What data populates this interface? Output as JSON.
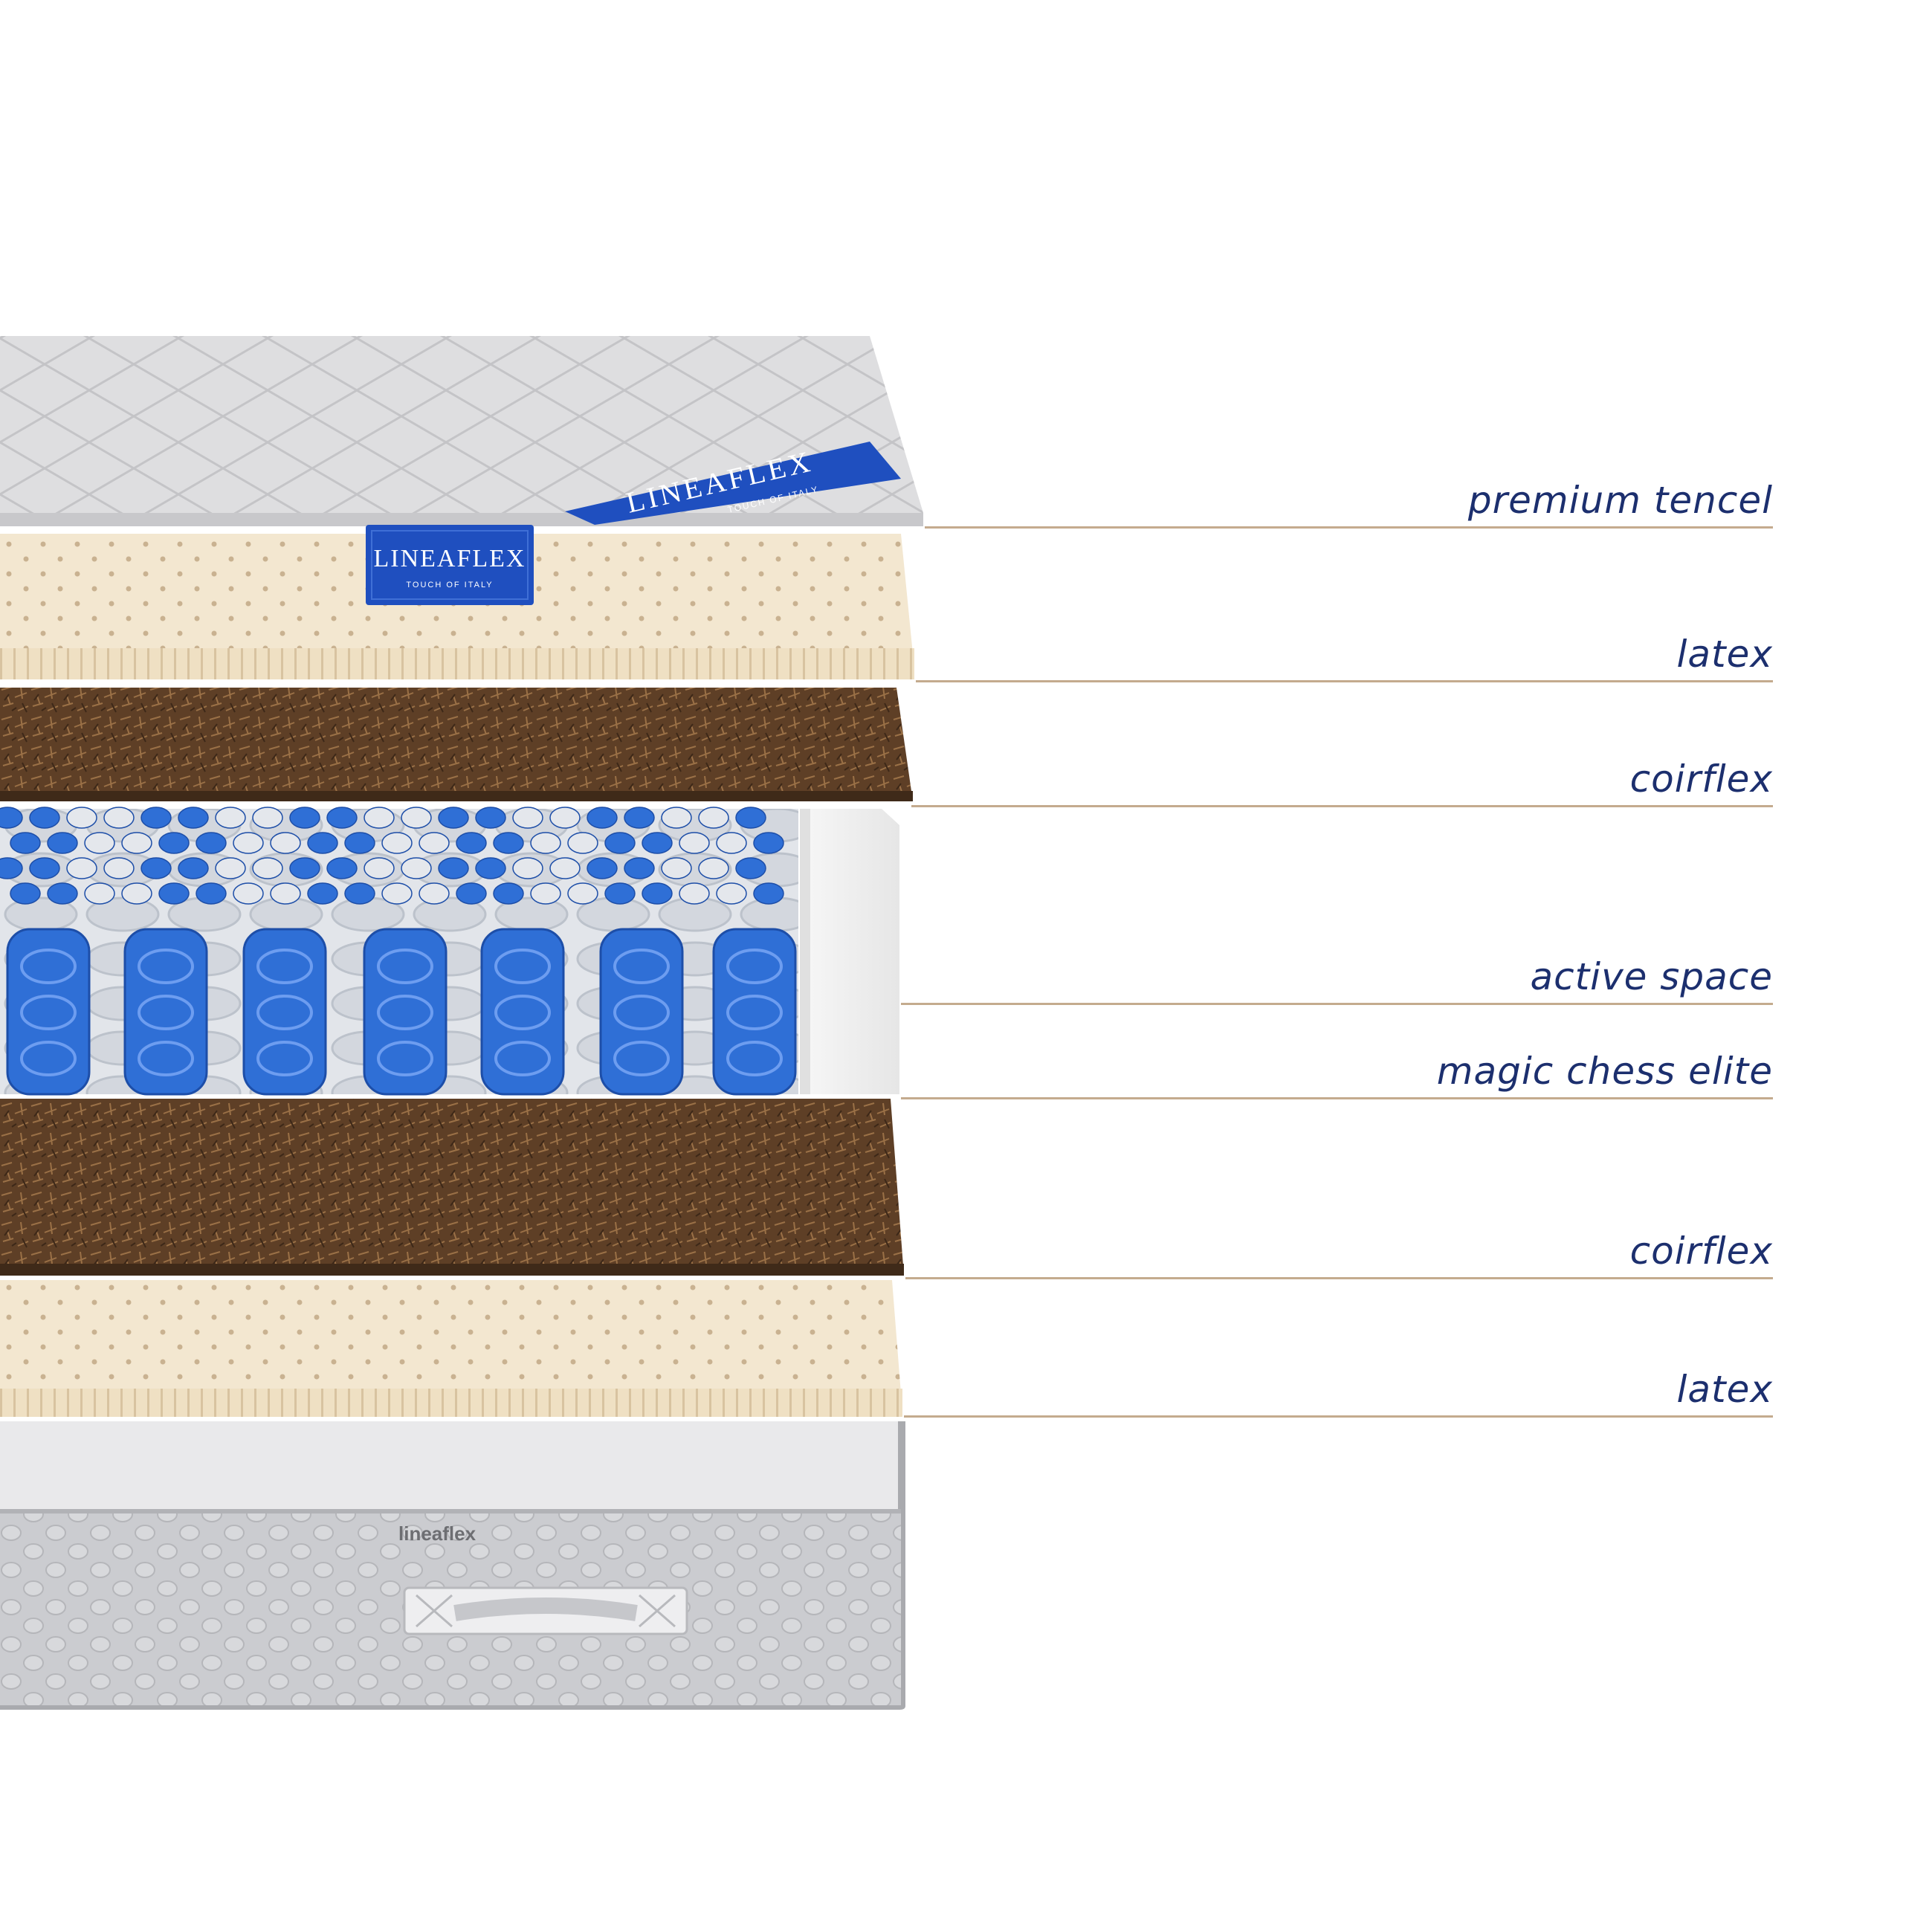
{
  "brand": {
    "name": "LINEAFLEX",
    "tagline": "TOUCH OF ITALY",
    "side_logo": "lineaflex"
  },
  "layers": [
    {
      "label": "premium tencel",
      "material": "quilted-fabric"
    },
    {
      "label": "latex",
      "material": "latex"
    },
    {
      "label": "coirflex",
      "material": "coir"
    },
    {
      "label": "active space",
      "material": "foam"
    },
    {
      "label": "magic chess elite",
      "material": "pocket-springs"
    },
    {
      "label": "coirflex",
      "material": "coir"
    },
    {
      "label": "latex",
      "material": "latex"
    }
  ],
  "colors": {
    "label_text": "#1c2f6e",
    "leader_line": "#c4ab8e",
    "tencel": "#dcdcde",
    "latex": "#f2e6cf",
    "coir": "#6b4a2e",
    "foam": "#f4f4f4",
    "spring_blue": "#2f6fd6",
    "spring_white": "#dfe3ea",
    "brand_blue": "#1f4fbf",
    "base_fabric": "#c9cacd"
  }
}
